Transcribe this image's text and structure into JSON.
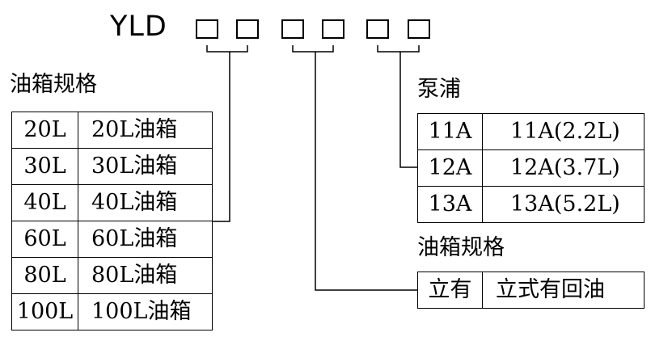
{
  "model": {
    "code": "YLD",
    "slot_count": 6
  },
  "tank_spec": {
    "title": "油箱规格",
    "rows": [
      {
        "code": "20L",
        "desc": "20L油箱"
      },
      {
        "code": "30L",
        "desc": "30L油箱"
      },
      {
        "code": "40L",
        "desc": "40L油箱"
      },
      {
        "code": "60L",
        "desc": "60L油箱"
      },
      {
        "code": "80L",
        "desc": "80L油箱"
      },
      {
        "code": "100L",
        "desc": "100L油箱"
      }
    ]
  },
  "pump": {
    "title": "泵浦",
    "rows": [
      {
        "code": "11A",
        "desc": "11A(2.2L)"
      },
      {
        "code": "12A",
        "desc": "12A(3.7L)"
      },
      {
        "code": "13A",
        "desc": "13A(5.2L)"
      }
    ]
  },
  "tank_type": {
    "title": "油箱规格",
    "rows": [
      {
        "code": "立有",
        "desc": "立式有回油"
      }
    ]
  }
}
